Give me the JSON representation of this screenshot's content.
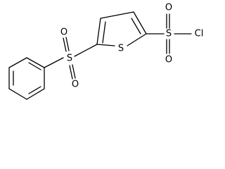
{
  "molecule": {
    "atoms": {
      "sulfonyl_s_left": "S",
      "o_left_top": "O",
      "o_left_bottom": "O",
      "thiophene_s": "S",
      "sulfonyl_s_right": "S",
      "o_right_top": "O",
      "o_right_bottom": "O",
      "chlorine": "Cl"
    }
  },
  "colors": {
    "bond": "#000000",
    "label": "#000000",
    "background": "#ffffff"
  }
}
